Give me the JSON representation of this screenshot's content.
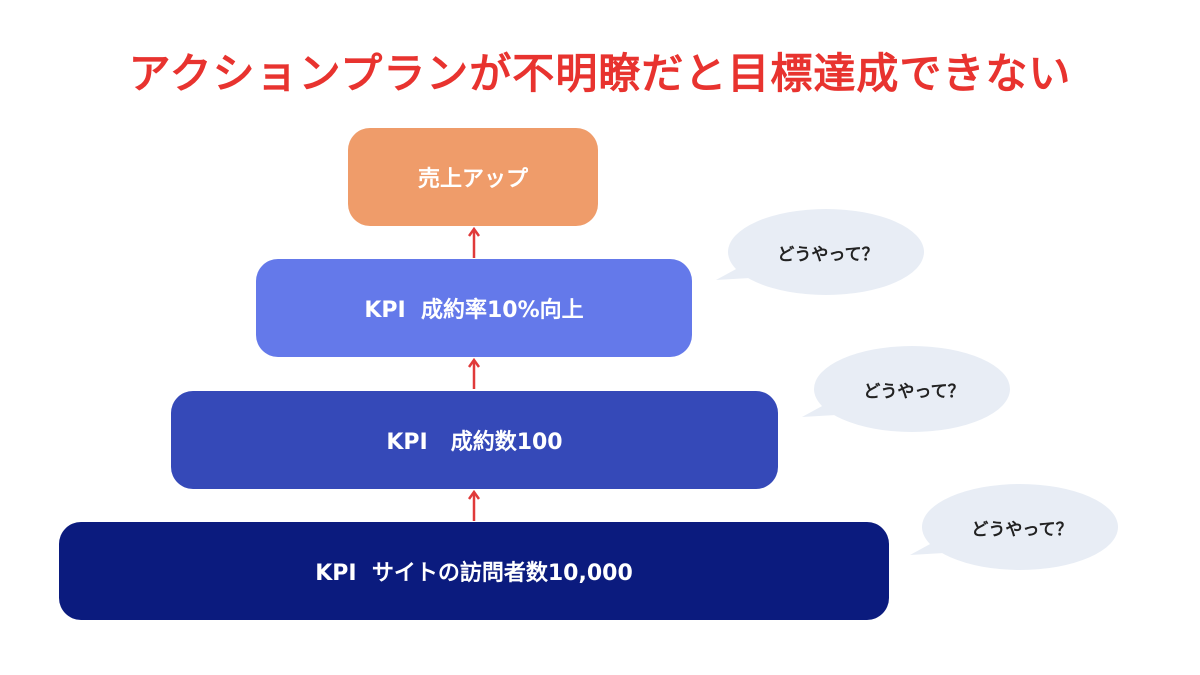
{
  "title": "アクションプランが不明瞭だと目標達成できない",
  "boxes": [
    {
      "label": "売上アップ",
      "color": "#ef9c6a"
    },
    {
      "label": "KPI  成約率10%向上",
      "color": "#6479ea"
    },
    {
      "label": "KPI   成約数100",
      "color": "#3549b8"
    },
    {
      "label": "KPI  サイトの訪問者数10,000",
      "color": "#0b1b7e"
    }
  ],
  "bubbles": [
    {
      "text": "どうやって？"
    },
    {
      "text": "どうやって？"
    },
    {
      "text": "どうやって？"
    }
  ],
  "colors": {
    "title": "#e8332f",
    "arrow": "#e03a3a",
    "bubble": "#e8edf5"
  }
}
